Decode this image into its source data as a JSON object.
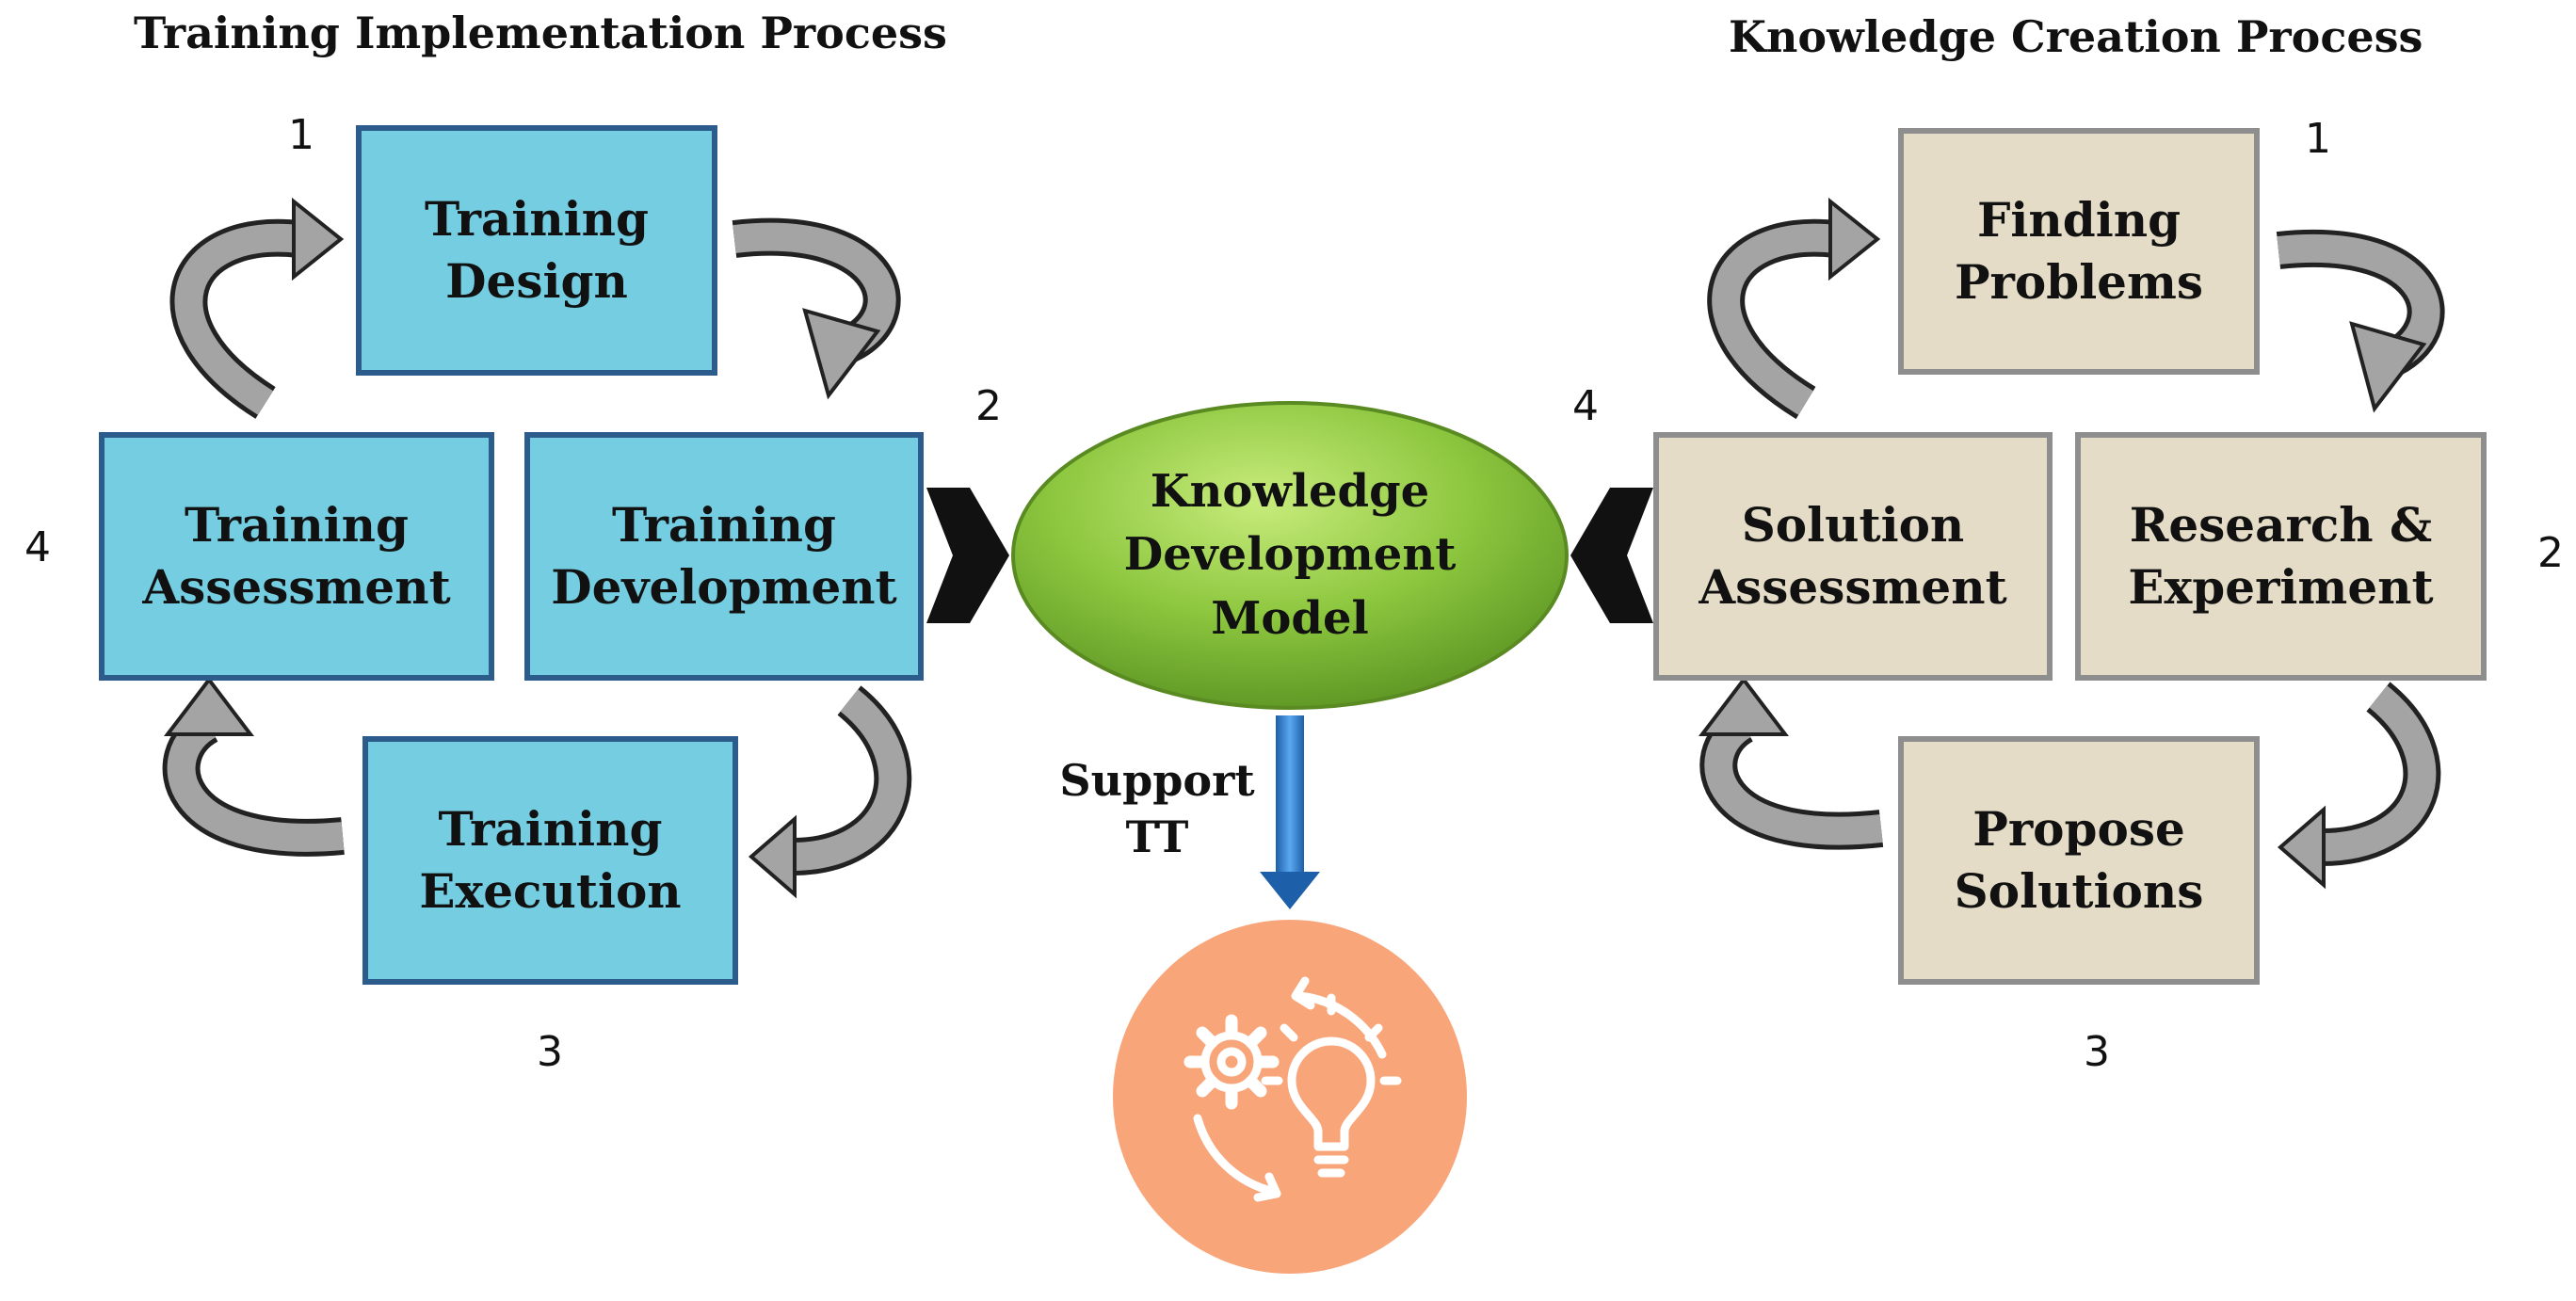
{
  "left_process": {
    "title": "Training Implementation Process",
    "steps": {
      "design": {
        "line1": "Training",
        "line2": "Design",
        "number": "1"
      },
      "development": {
        "line1": "Training",
        "line2": "Development",
        "number": "2"
      },
      "execution": {
        "line1": "Training",
        "line2": "Execution",
        "number": "3"
      },
      "assessment": {
        "line1": "Training",
        "line2": "Assessment",
        "number": "4"
      }
    }
  },
  "right_process": {
    "title": "Knowledge Creation Process",
    "steps": {
      "finding": {
        "line1": "Finding",
        "line2": "Problems",
        "number": "1"
      },
      "research": {
        "line1": "Research &",
        "line2": "Experiment",
        "number": "2"
      },
      "propose": {
        "line1": "Propose",
        "line2": "Solutions",
        "number": "3"
      },
      "solution": {
        "line1": "Solution",
        "line2": "Assessment",
        "number": "4"
      }
    }
  },
  "center": {
    "line1": "Knowledge",
    "line2": "Development",
    "line3": "Model"
  },
  "support": {
    "line1": "Support",
    "line2": "TT"
  },
  "icons": {
    "center_output": "gear-lightbulb-cycle-icon"
  },
  "colors": {
    "left_box_fill": "#74cde0",
    "left_box_border": "#2b5c8c",
    "right_box_fill": "#e4dcc6",
    "right_box_border": "#8e8e8e",
    "ellipse_green": "#8cc63e",
    "circle_orange": "#f9a57a",
    "down_arrow_blue": "#2f78c4",
    "cycle_arrow_gray": "#a4a4a4"
  }
}
